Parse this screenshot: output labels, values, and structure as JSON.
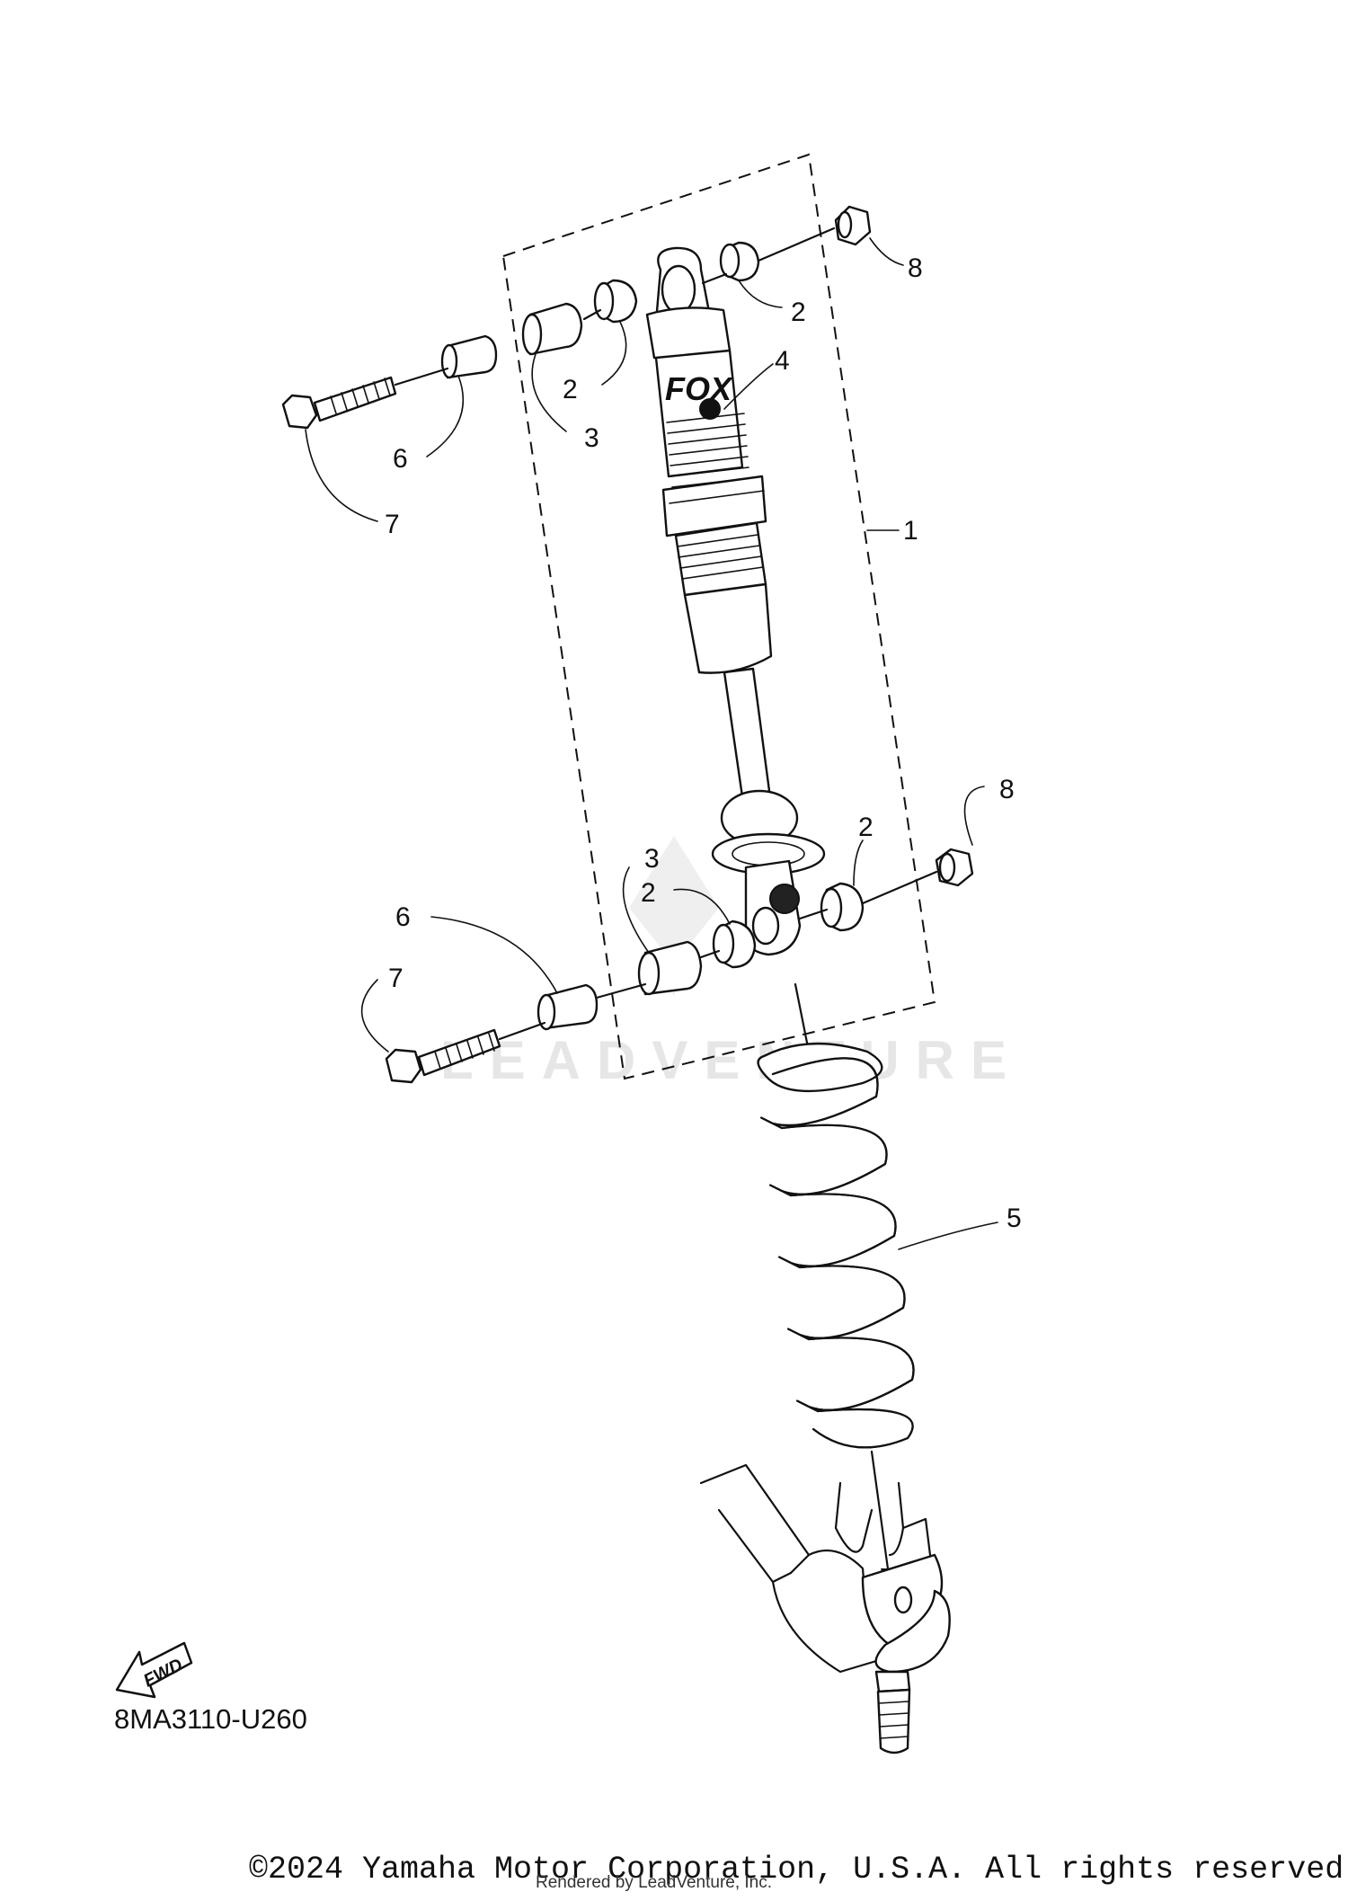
{
  "callouts": [
    {
      "id": "c1",
      "text": "1"
    },
    {
      "id": "c2a",
      "text": "2"
    },
    {
      "id": "c2b",
      "text": "2"
    },
    {
      "id": "c2c",
      "text": "2"
    },
    {
      "id": "c2d",
      "text": "2"
    },
    {
      "id": "c3a",
      "text": "3"
    },
    {
      "id": "c3b",
      "text": "3"
    },
    {
      "id": "c4",
      "text": "4"
    },
    {
      "id": "c5",
      "text": "5"
    },
    {
      "id": "c6a",
      "text": "6"
    },
    {
      "id": "c6b",
      "text": "6"
    },
    {
      "id": "c7a",
      "text": "7"
    },
    {
      "id": "c7b",
      "text": "7"
    },
    {
      "id": "c8a",
      "text": "8"
    },
    {
      "id": "c8b",
      "text": "8"
    }
  ],
  "fwd_label": "FWD",
  "watermark": "LEADVENTURE",
  "diagram_code": "8MA3110-U260",
  "copyright": "©2024 Yamaha Motor Corporation, U.S.A. All rights reserved.",
  "rendered_by": "Rendered by LeadVenture, Inc."
}
